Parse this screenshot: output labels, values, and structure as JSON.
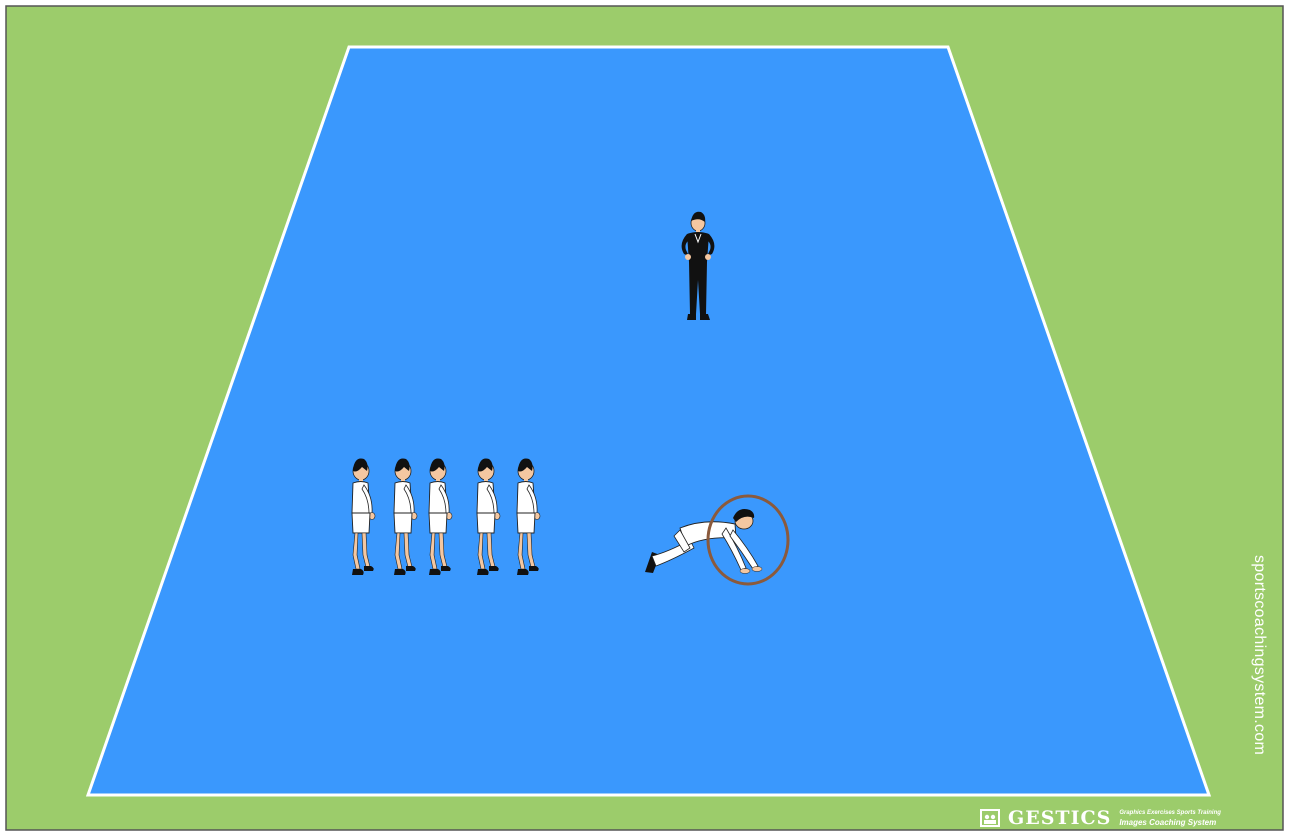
{
  "colors": {
    "grass": "#9ccc6b",
    "court": "#3a98fd",
    "court_lines": "#ffffff",
    "frame": "#555555",
    "hoop": "#8b5a3c",
    "coach_outfit": "#111111",
    "player_outfit": "#ffffff",
    "hair": "#111111",
    "skin": "#f4c7a1"
  },
  "scene": {
    "coach": {
      "icon": "coach-figure",
      "pose": "standing-hands-on-hips"
    },
    "players_in_line": {
      "count": 5,
      "icon": "player-figure",
      "pose": "standing-facing-right"
    },
    "crawling_player": {
      "icon": "crawling-player",
      "pose": "crawling-through-hoop"
    },
    "hoop": {
      "icon": "hoop-ring"
    }
  },
  "watermark": {
    "text": "sportscoachingsystem.com"
  },
  "brand": {
    "name": "GESTICS",
    "tagline_line1": "Graphics Exercises Sports Training",
    "tagline_line2": "Images Coaching System",
    "icon": "gestics-logo-icon"
  }
}
